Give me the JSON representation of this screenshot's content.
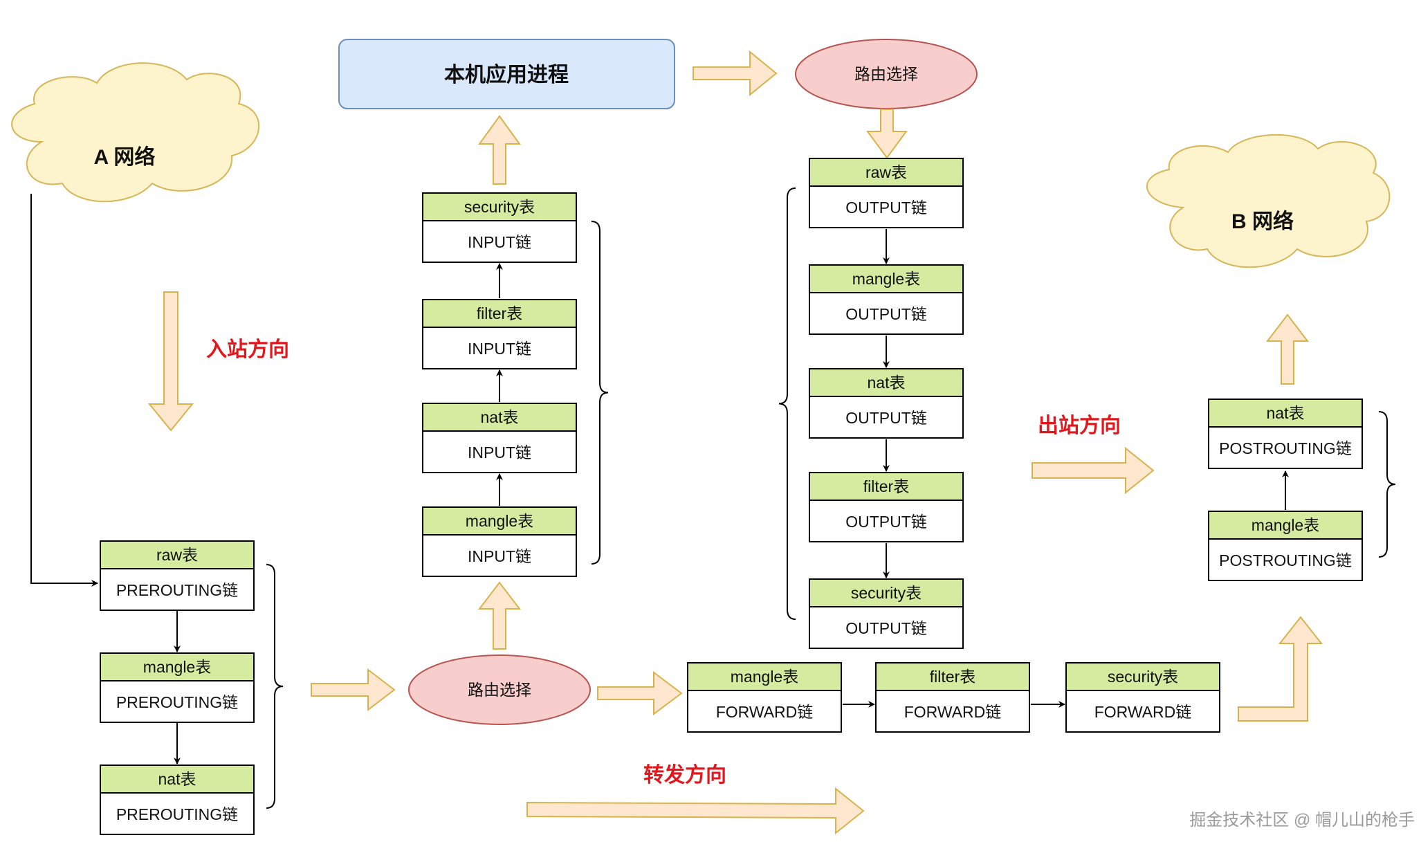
{
  "networks": {
    "a": "A 网络",
    "b": "B 网络"
  },
  "app_process": "本机应用进程",
  "route_select_top": "路由选择",
  "route_select_bottom": "路由选择",
  "directions": {
    "inbound": "入站方向",
    "outbound": "出站方向",
    "forward": "转发方向"
  },
  "prerouting": [
    {
      "table": "raw表",
      "chain": "PREROUTING链"
    },
    {
      "table": "mangle表",
      "chain": "PREROUTING链"
    },
    {
      "table": "nat表",
      "chain": "PREROUTING链"
    }
  ],
  "input": [
    {
      "table": "security表",
      "chain": "INPUT链"
    },
    {
      "table": "filter表",
      "chain": "INPUT链"
    },
    {
      "table": "nat表",
      "chain": "INPUT链"
    },
    {
      "table": "mangle表",
      "chain": "INPUT链"
    }
  ],
  "output": [
    {
      "table": "raw表",
      "chain": "OUTPUT链"
    },
    {
      "table": "mangle表",
      "chain": "OUTPUT链"
    },
    {
      "table": "nat表",
      "chain": "OUTPUT链"
    },
    {
      "table": "filter表",
      "chain": "OUTPUT链"
    },
    {
      "table": "security表",
      "chain": "OUTPUT链"
    }
  ],
  "forward": [
    {
      "table": "mangle表",
      "chain": "FORWARD链"
    },
    {
      "table": "filter表",
      "chain": "FORWARD链"
    },
    {
      "table": "security表",
      "chain": "FORWARD链"
    }
  ],
  "postrouting": [
    {
      "table": "nat表",
      "chain": "POSTROUTING链"
    },
    {
      "table": "mangle表",
      "chain": "POSTROUTING链"
    }
  ],
  "watermark": "掘金技术社区 @ 帽儿山的枪手",
  "colors": {
    "table_header": "#d4eba0",
    "cloud": "#fdf3cc",
    "cloud_stroke": "#d6b656",
    "arrow_fill": "#fde7cf",
    "arrow_stroke": "#d9b24a",
    "route_fill": "#f8cecc",
    "route_stroke": "#b85450",
    "app_fill": "#dae8fc",
    "app_stroke": "#6c8ebf",
    "direction_text": "#e3161b"
  }
}
